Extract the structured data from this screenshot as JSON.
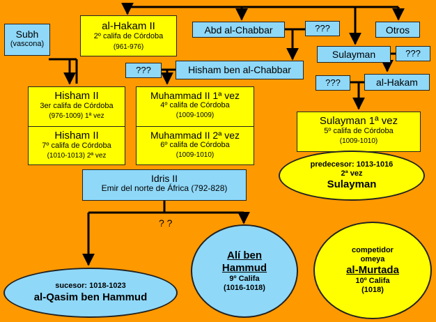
{
  "nodes": {
    "subh": {
      "name": "Subh",
      "sub": "(vascona)"
    },
    "hakam2": {
      "name": "al-Hakam II",
      "title": "2º califa de Córdoba",
      "years": "(961-976)"
    },
    "abd_chabbar": {
      "name": "Abd al-Chabbar"
    },
    "otros": {
      "name": "Otros"
    },
    "q_abd": {
      "name": "???"
    },
    "sulayman_parent": {
      "name": "Sulayman"
    },
    "q_sul": {
      "name": "???"
    },
    "q_hisham_chabbar": {
      "name": "???"
    },
    "hisham_chabbar": {
      "name": "Hisham ben al-Chabbar"
    },
    "al_hakam": {
      "name": "al-Hakam"
    },
    "q_hakam": {
      "name": "???"
    },
    "hisham2_1": {
      "name": "Hisham II",
      "title": "3er califa de Córdoba",
      "years": "(976-1009) 1ª vez"
    },
    "hisham2_2": {
      "name": "Hisham II",
      "title": "7º califa de Córdoba",
      "years": "(1010-1013) 2ª vez"
    },
    "muhammad2_1": {
      "name": "Muhammad II 1ª vez",
      "title": "4º califa de Córdoba",
      "years": "(1009-1009)"
    },
    "muhammad2_2": {
      "name": "Muhammad II 2ª vez",
      "title": "6º califa de Córdoba",
      "years": "(1009-1010)"
    },
    "sulayman1": {
      "name": "Sulayman 1ª vez",
      "title": "5º califa de Córdoba",
      "years": "(1009-1010)"
    },
    "idris2": {
      "name": "Idris II",
      "title": "Emir del norte de África (792-828)"
    }
  },
  "question_marks": "? ?",
  "ellipses": {
    "sulayman2": {
      "line1": "predecesor: 1013-1016",
      "line2": "2ª vez",
      "name": "Sulayman"
    },
    "qasim": {
      "line1": "sucesor: 1018-1023",
      "name": "al-Qasim ben Hammud"
    },
    "ali": {
      "name1": "Alí ben",
      "name2": "Hammud",
      "line1": "9º Califa",
      "line2": "(1016-1018)"
    },
    "murtada": {
      "line1": "competidor",
      "line2": "omeya",
      "name": "al-Murtada",
      "line3": "10º Califa",
      "line4": "(1018)"
    }
  },
  "colors": {
    "background": "#FF9900",
    "yellow_box": "#FFFF00",
    "blue_box": "#8FD8F8",
    "line": "#000000"
  }
}
